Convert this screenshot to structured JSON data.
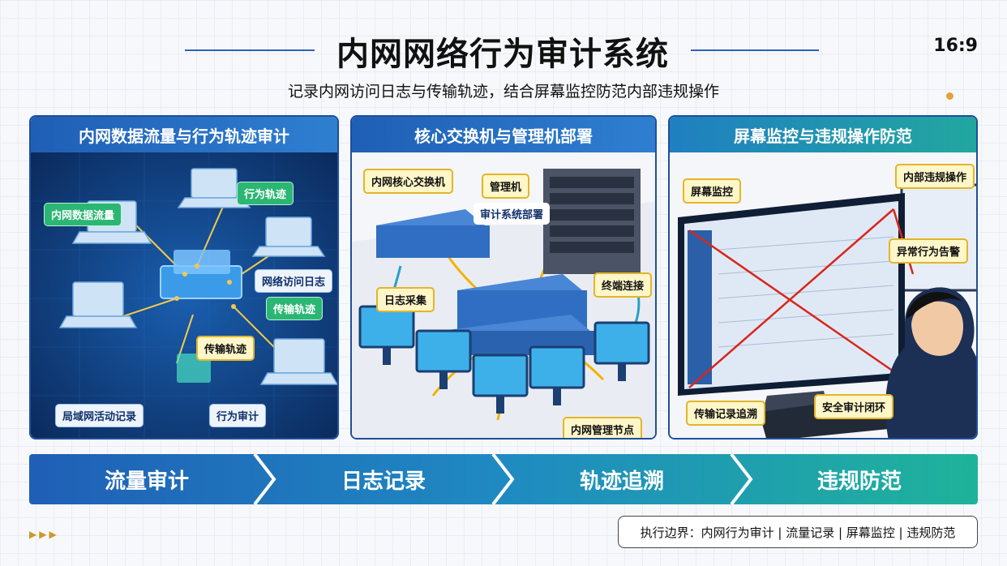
{
  "title": "内网网络行为审计系统",
  "ratio": "16:9",
  "subtitle": "记录内网访问日志与传输轨迹，结合屏幕监控防范内部违规操作",
  "panels": [
    {
      "header": "内网数据流量与行为轨迹审计",
      "tags": [
        "行为轨迹",
        "内网数据流量",
        "网络访问日志",
        "传输轨迹",
        "传输轨迹",
        "局域网活动记录",
        "行为审计"
      ]
    },
    {
      "header": "核心交换机与管理机部署",
      "tags": [
        "内网核心交换机",
        "管理机",
        "审计系统部署",
        "日志采集",
        "终端连接",
        "内网管理节点"
      ]
    },
    {
      "header": "屏幕监控与违规操作防范",
      "tags": [
        "屏幕监控",
        "内部违规操作",
        "异常行为告警",
        "传输记录追溯",
        "安全审计闭环"
      ]
    }
  ],
  "flow": [
    "流量审计",
    "日志记录",
    "轨迹追溯",
    "违规防范"
  ],
  "boundary": "执行边界：内网行为审计 | 流量记录 | 屏幕监控 | 违规防范",
  "arrows": "▶▶▶",
  "colors": {
    "primary": "#1f5fb6",
    "teal": "#22a7a0",
    "accent": "#e3a13b"
  }
}
